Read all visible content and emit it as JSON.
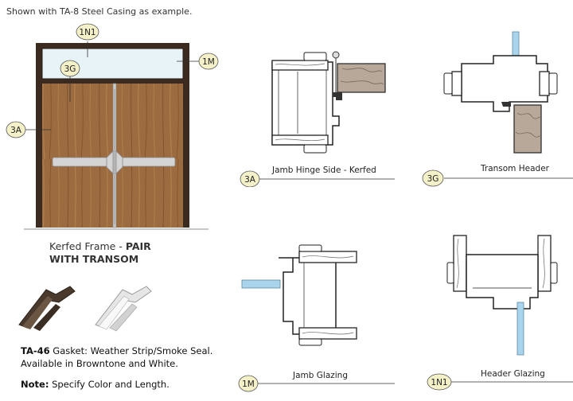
{
  "header_note": "Shown with TA-8 Steel Casing as example.",
  "elevation": {
    "title_prefix": "Kerfed Frame - ",
    "title_bold_1": "PAIR",
    "title_bold_2": "WITH TRANSOM",
    "callouts": {
      "c1N1": "1N1",
      "c1M": "1M",
      "c3G": "3G",
      "c3A": "3A"
    }
  },
  "gasket": {
    "model": "TA-46",
    "description": " Gasket: Weather Strip/Smoke Seal.",
    "availability": "Available in Browntone and White.",
    "note_label": "Note:",
    "note_text": " Specify Color and Length."
  },
  "details": [
    {
      "id": "3A",
      "caption": "Jamb Hinge Side - Kerfed"
    },
    {
      "id": "3G",
      "caption": "Transom Header"
    },
    {
      "id": "1M",
      "caption": "Jamb Glazing"
    },
    {
      "id": "1N1",
      "caption": "Header Glazing"
    }
  ],
  "colors": {
    "wood": "#9a6a3e",
    "frame": "#3b2a20",
    "glass": "#aad4ec",
    "callout_fill": "#f4f0c8"
  }
}
